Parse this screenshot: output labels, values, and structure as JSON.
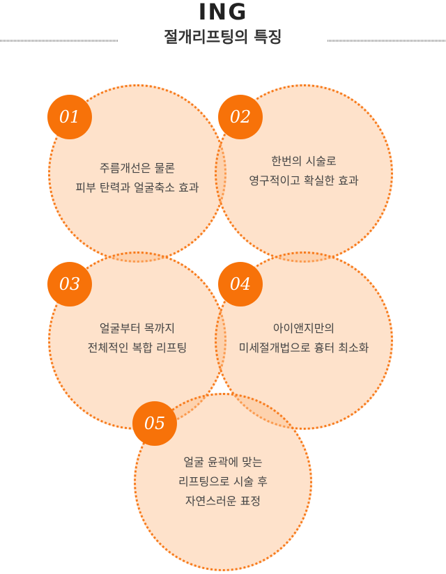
{
  "header": {
    "brand": "ING",
    "title": "절개리프팅의 특징"
  },
  "colors": {
    "accent": "#f77209",
    "circle_fill": "#fde0c8"
  },
  "features": [
    {
      "number": "01",
      "text": "주름개선은 물론\n피부 탄력과 얼굴축소 효과"
    },
    {
      "number": "02",
      "text": "한번의 시술로\n영구적이고 확실한 효과"
    },
    {
      "number": "03",
      "text": "얼굴부터 목까지\n전체적인 복합 리프팅"
    },
    {
      "number": "04",
      "text": "아이앤지만의\n미세절개법으로 흉터 최소화"
    },
    {
      "number": "05",
      "text": "얼굴 윤곽에 맞는\n리프팅으로 시술 후\n자연스러운 표정"
    }
  ]
}
